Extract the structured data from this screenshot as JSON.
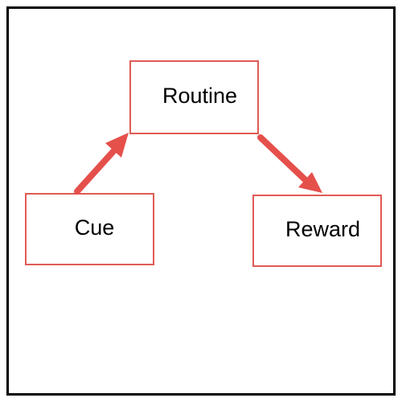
{
  "diagram": {
    "nodes": {
      "routine": "Routine",
      "cue": "Cue",
      "reward": "Reward"
    },
    "edges": [
      {
        "from": "cue",
        "to": "routine"
      },
      {
        "from": "routine",
        "to": "reward"
      }
    ],
    "colors": {
      "node_border": "#e05a55",
      "arrow": "#e5504b",
      "frame": "#000000"
    }
  }
}
